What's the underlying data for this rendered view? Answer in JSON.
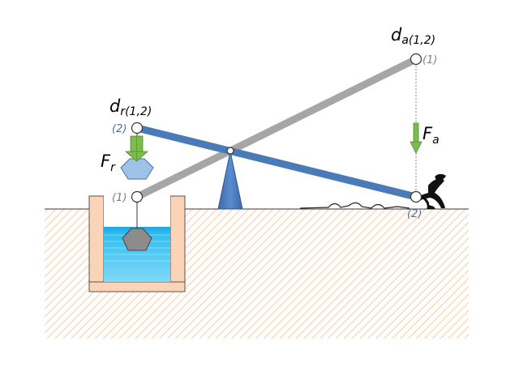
{
  "labels": {
    "dr_main": "d",
    "dr_sub": "r(1,2)",
    "da_main": "d",
    "da_sub": "a(1,2)",
    "fr_main": "F",
    "fr_sub": "r",
    "fa_main": "F",
    "fa_sub": "a",
    "pos_1_load": "(1)",
    "pos_2_load": "(2)",
    "pos_1_effort": "(1)",
    "pos_2_effort": "(2)"
  },
  "colors": {
    "lever_position_1": "#a6a6a6",
    "lever_position_2": "#4a7ab8",
    "fulcrum": "#4a7ab8",
    "ground_hatch": "#f9cfa8",
    "basin_wall": "#fbd3b6",
    "water": "#33bff0",
    "force_arrow": "#7cbc4a",
    "load_weight_up": "#9dc3e6",
    "load_weight_down": "#8c8c8c",
    "label_blue": "#4a6fa5",
    "label_grey": "#808080",
    "worker": "#111111"
  }
}
